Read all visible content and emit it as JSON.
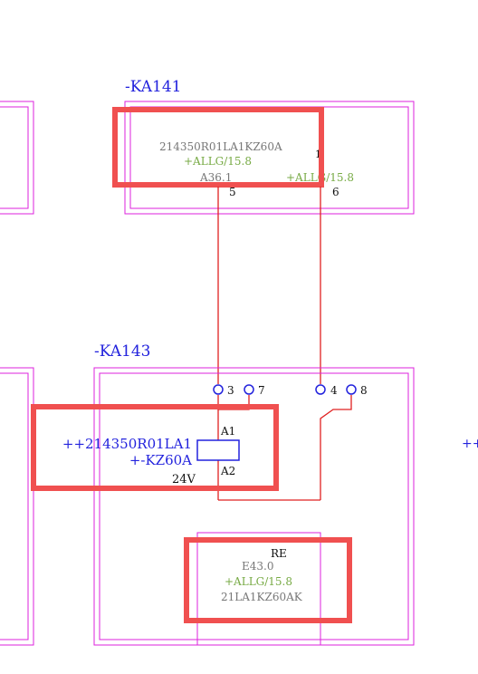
{
  "colors": {
    "frame": "#dd22dd",
    "wire": "#e02020",
    "highlight": "#f05050",
    "coil": "#2222dd",
    "label_blue": "#2222dd",
    "text_gray": "#777777",
    "text_green": "#77aa44",
    "text_black": "#111111"
  },
  "ka141": {
    "tag": "-KA141",
    "part_number": "214350R01LA1KZ60A",
    "location": "+ALLG/15.8",
    "ref": "A36.1",
    "location2": "+ALLG/15.8",
    "pin5": "5",
    "pin6": "6",
    "pin1": "1"
  },
  "ka143": {
    "tag": "-KA143",
    "part_line1": "++214350R01LA1",
    "part_line2": "+-KZ60A",
    "voltage": "24V",
    "coil_a1": "A1",
    "coil_a2": "A2",
    "pin3": "3",
    "pin7": "7",
    "pin4": "4",
    "pin8": "8"
  },
  "re": {
    "label": "RE",
    "ref": "E43.0",
    "location": "+ALLG/15.8",
    "part": "21LA1KZ60AK"
  },
  "right_edge_label": "++"
}
